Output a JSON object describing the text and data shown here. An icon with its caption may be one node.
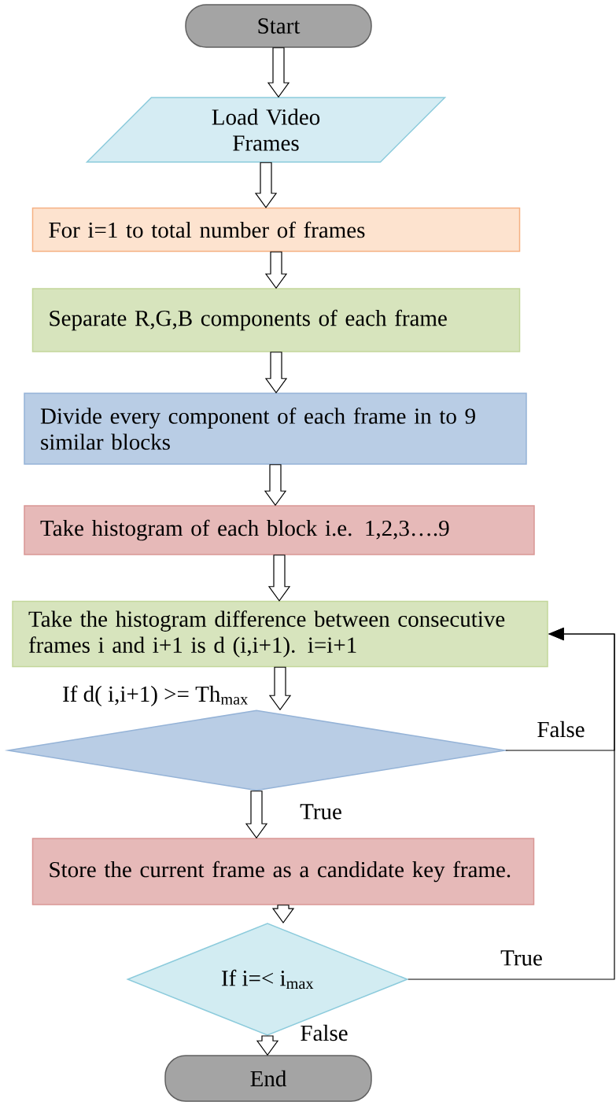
{
  "diagram": {
    "nodes": [
      {
        "text": [
          "Start"
        ]
      },
      {
        "text": [
          "Load Video Frames"
        ]
      },
      {
        "text": [
          "For i=1 to total number of frames"
        ]
      },
      {
        "text": [
          "Separate R,G,B components of each frame"
        ]
      },
      {
        "text": [
          "Divide every component of each frame in to 9 similar blocks"
        ]
      },
      {
        "text": [
          "Take histogram of each block i.e. 1,2,3….9"
        ]
      },
      {
        "text": [
          "Take the histogram difference between consecutive frames i and i+1 is d (i,i+1). i=i+1"
        ]
      },
      {
        "text": [
          "If d( i,i+1) >= Th$_{max}$"
        ]
      },
      {
        "text": [
          "Store the current frame as a candidate key frame."
        ]
      },
      {
        "text": [
          "If i=< i$_{max}$"
        ]
      },
      {
        "text": [
          "End"
        ]
      }
    ],
    "edges": [
      {
        "from": 0,
        "to": 1,
        "arrow": "to"
      },
      {
        "from": 1,
        "to": 2,
        "arrow": "to"
      },
      {
        "from": 2,
        "to": 3,
        "arrow": "to"
      },
      {
        "from": 3,
        "to": 4,
        "arrow": "to"
      },
      {
        "from": 4,
        "to": 5,
        "arrow": "to"
      },
      {
        "from": 5,
        "to": 6,
        "arrow": "to"
      },
      {
        "from": 6,
        "to": 7,
        "arrow": "to"
      },
      {
        "from": 7,
        "to": 8,
        "arrow": "to",
        "label": "True"
      },
      {
        "from": 8,
        "to": 9,
        "arrow": "to"
      },
      {
        "from": 9,
        "to": 10,
        "arrow": "to",
        "label": "False"
      },
      {
        "from": 7,
        "to": 6,
        "arrow": "to",
        "label": "False"
      },
      {
        "from": 9,
        "to": 6,
        "arrow": "to",
        "label": "True"
      }
    ]
  }
}
